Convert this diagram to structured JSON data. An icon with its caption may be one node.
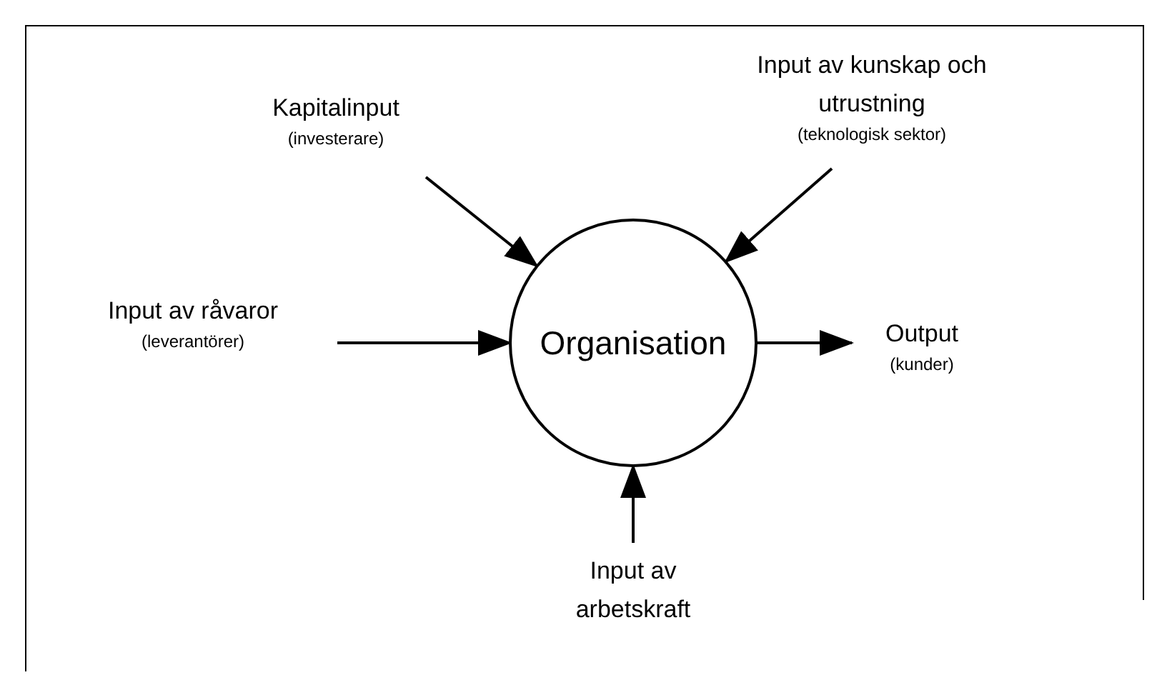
{
  "diagram": {
    "nodes": [
      {
        "text": [
          "Organisation"
        ]
      },
      {
        "text": [
          "Kapitalinput",
          "(investerare)"
        ]
      },
      {
        "text": [
          "Input av kunskap och utrustning",
          "(teknologisk sektor)"
        ]
      },
      {
        "text": [
          "Input av råvaror",
          "(leverantörer)"
        ]
      },
      {
        "text": [
          "Output",
          "(kunder)"
        ]
      },
      {
        "text": [
          "Input av arbetskraft"
        ]
      }
    ],
    "edges": [
      {
        "from": 1,
        "to": 0,
        "arrow": "to"
      },
      {
        "from": 2,
        "to": 0,
        "arrow": "to"
      },
      {
        "from": 3,
        "to": 0,
        "arrow": "to"
      },
      {
        "from": 0,
        "to": 4,
        "arrow": "to"
      },
      {
        "from": 5,
        "to": 0,
        "arrow": "to"
      }
    ]
  }
}
